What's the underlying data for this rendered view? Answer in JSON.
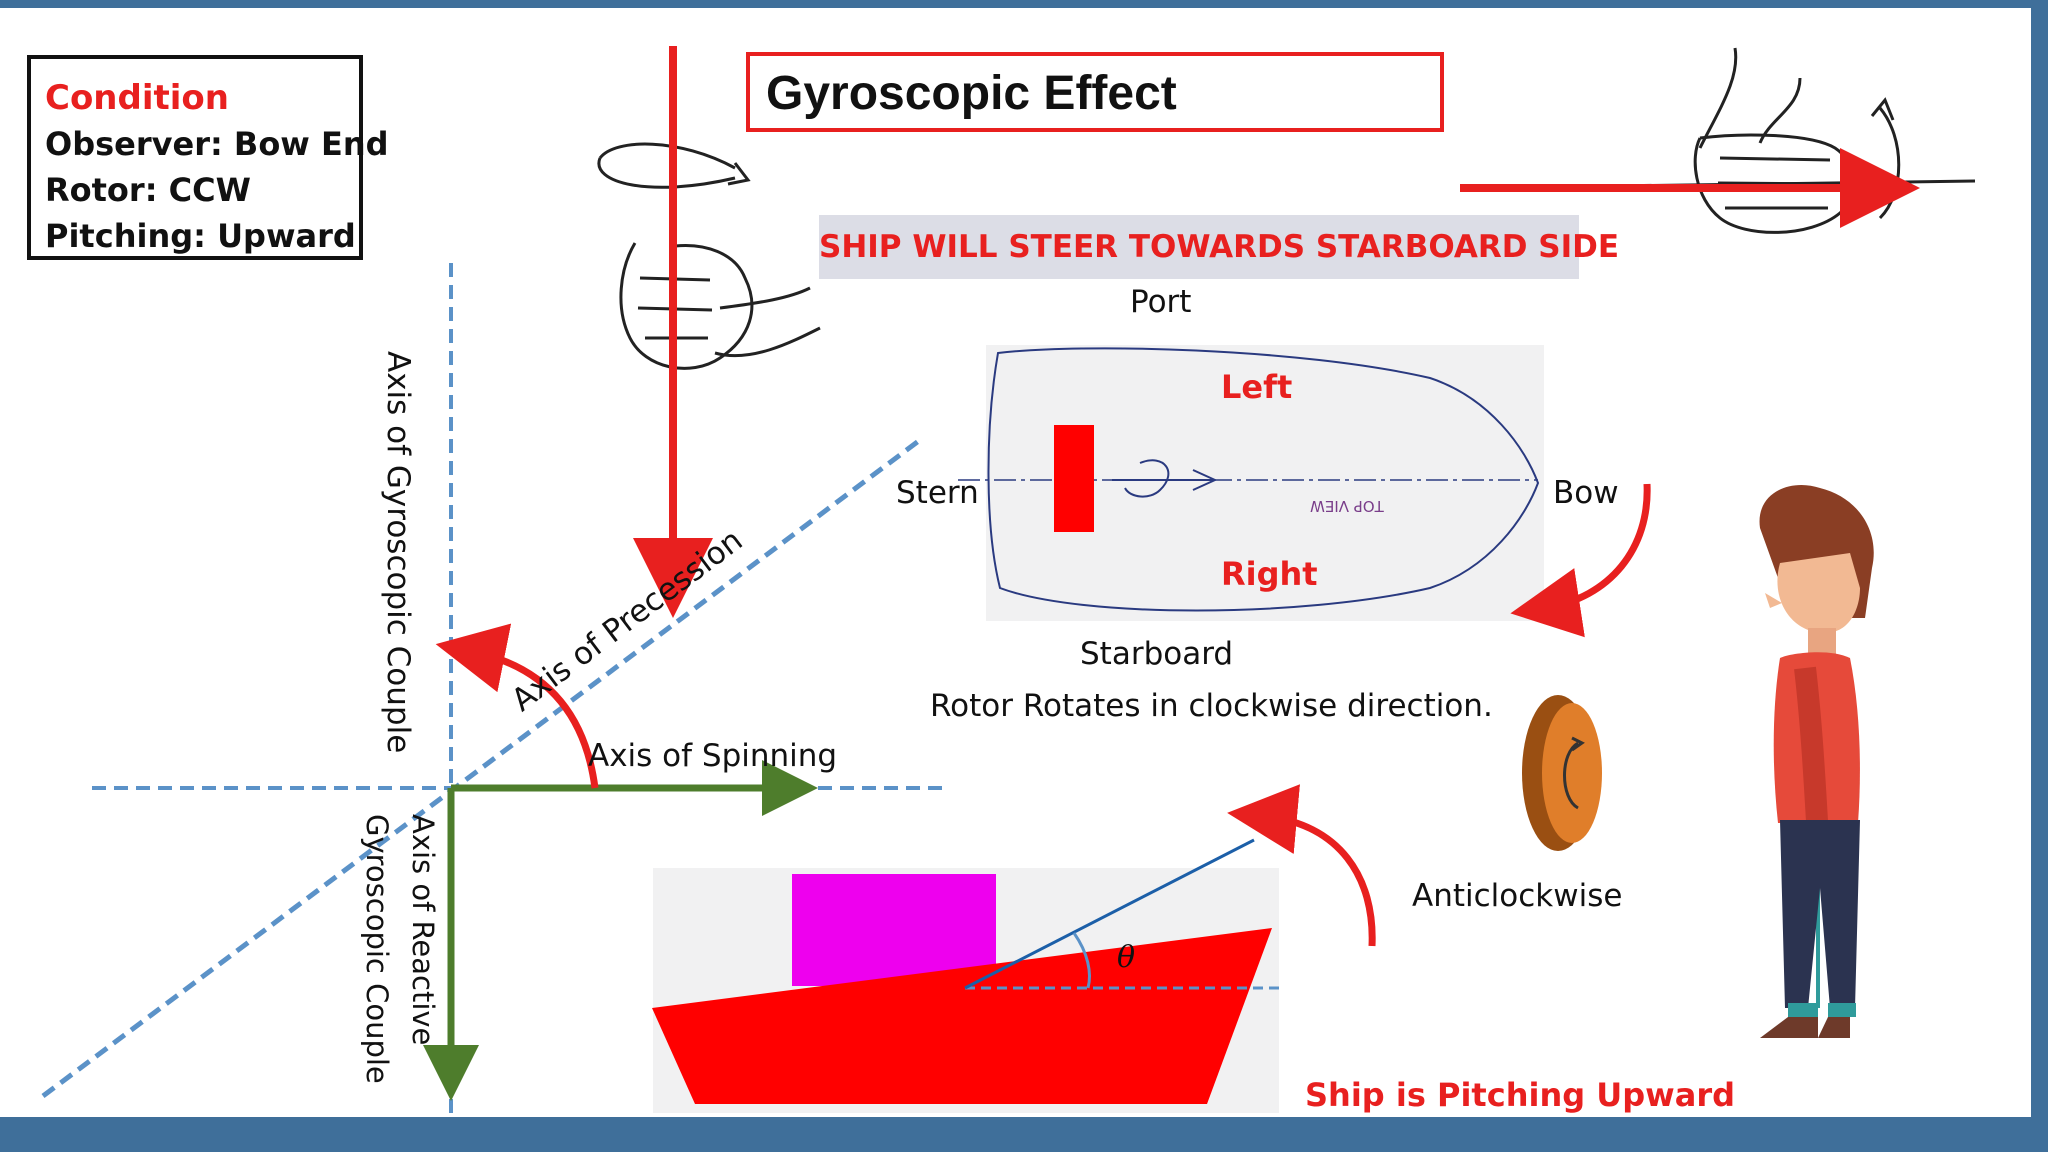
{
  "title": "Gyroscopic Effect",
  "condition": {
    "heading": "Condition",
    "observer": "Observer: Bow End",
    "rotor": "Rotor: CCW",
    "pitching": "Pitching: Upward"
  },
  "banner": "SHIP WILL STEER TOWARDS STARBOARD SIDE",
  "axes": {
    "gyroscopic_couple": "Axis of Gyroscopic Couple",
    "precession": "Axis of Precession",
    "spinning": "Axis of Spinning",
    "reactive_line1": "Axis of Reactive",
    "reactive_line2": "Gyroscopic Couple"
  },
  "top_view": {
    "port": "Port",
    "starboard": "Starboard",
    "stern": "Stern",
    "bow": "Bow",
    "left": "Left",
    "right": "Right",
    "view_label": "TOP VIEW",
    "rotor_note": "Rotor Rotates in clockwise direction."
  },
  "anticlockwise_label": "Anticlockwise",
  "theta": "θ",
  "pitching_caption": "Ship is Pitching Upward",
  "colors": {
    "red": "#e8201f",
    "green": "#4e7d2c",
    "dashed_blue": "#5b92c8",
    "magenta": "#ee00ee",
    "frame": "#3f6f9a"
  },
  "icons": [
    "hand-thumb-down-icon",
    "hand-thumb-right-icon",
    "disc-rotor-icon",
    "observer-person-icon",
    "curved-arrow-icon"
  ]
}
